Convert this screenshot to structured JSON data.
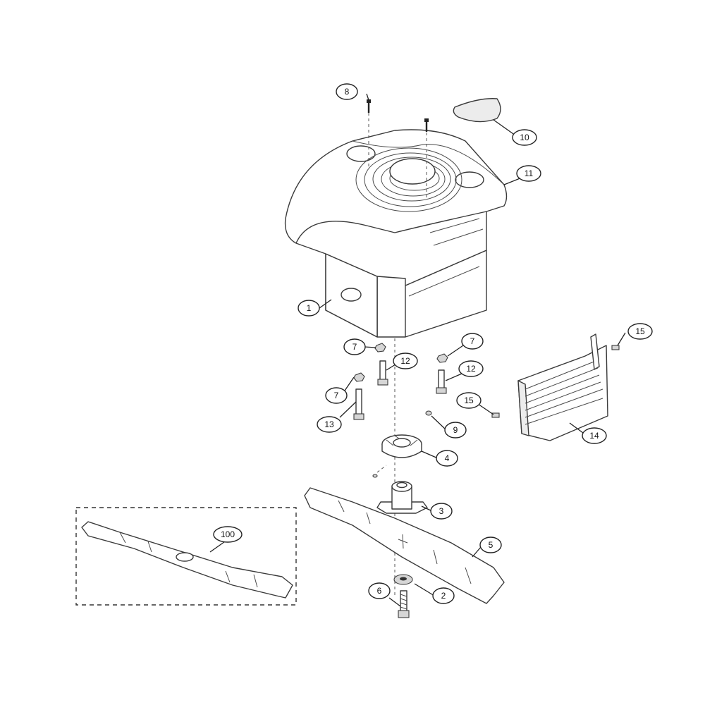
{
  "diagram": {
    "callouts": [
      {
        "id": "c1",
        "label": "1"
      },
      {
        "id": "c2",
        "label": "2"
      },
      {
        "id": "c3",
        "label": "3"
      },
      {
        "id": "c4",
        "label": "4"
      },
      {
        "id": "c5",
        "label": "5"
      },
      {
        "id": "c6",
        "label": "6"
      },
      {
        "id": "c7a",
        "label": "7"
      },
      {
        "id": "c7b",
        "label": "7"
      },
      {
        "id": "c7c",
        "label": "7"
      },
      {
        "id": "c8",
        "label": "8"
      },
      {
        "id": "c9",
        "label": "9"
      },
      {
        "id": "c10",
        "label": "10"
      },
      {
        "id": "c11",
        "label": "11"
      },
      {
        "id": "c12a",
        "label": "12"
      },
      {
        "id": "c12b",
        "label": "12"
      },
      {
        "id": "c13",
        "label": "13"
      },
      {
        "id": "c14",
        "label": "14"
      },
      {
        "id": "c15a",
        "label": "15"
      },
      {
        "id": "c15b",
        "label": "15"
      },
      {
        "id": "c100",
        "label": "100"
      }
    ]
  }
}
